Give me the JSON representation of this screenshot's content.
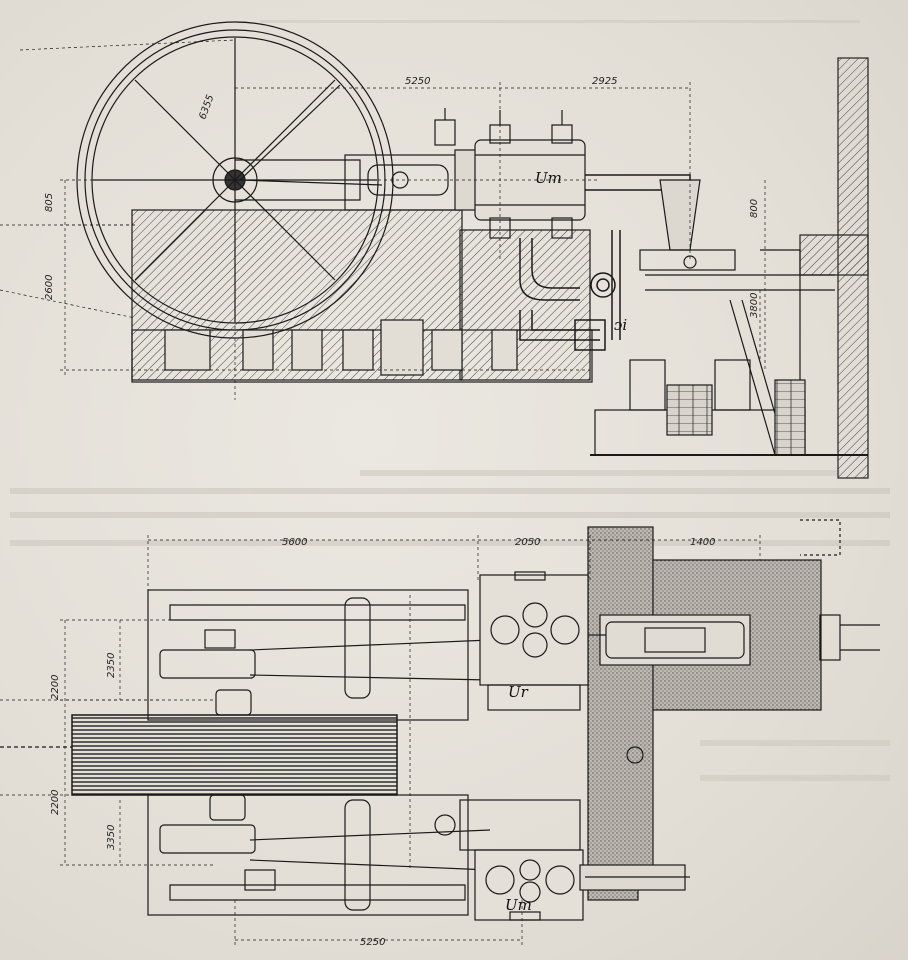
{
  "elevation": {
    "dims": {
      "d5250": "5250",
      "d2925": "2925",
      "d805": "805",
      "d2600": "2600",
      "d800": "800",
      "d3800": "3800",
      "d6355": "6355"
    },
    "labels": {
      "cylinder": "Um",
      "valve": "ᴐi"
    }
  },
  "plan": {
    "dims": {
      "d5600": "5600",
      "d2050": "2050",
      "d1400": "1400",
      "d2350": "2350",
      "d2200a": "2200",
      "d2200b": "2200",
      "d3350": "3350",
      "d5250": "5250"
    },
    "labels": {
      "cylinder_top": "Ur",
      "cylinder_bottom": "Um"
    }
  },
  "colors": {
    "paper": "#e6e2da",
    "ink": "#1a1a1a"
  }
}
